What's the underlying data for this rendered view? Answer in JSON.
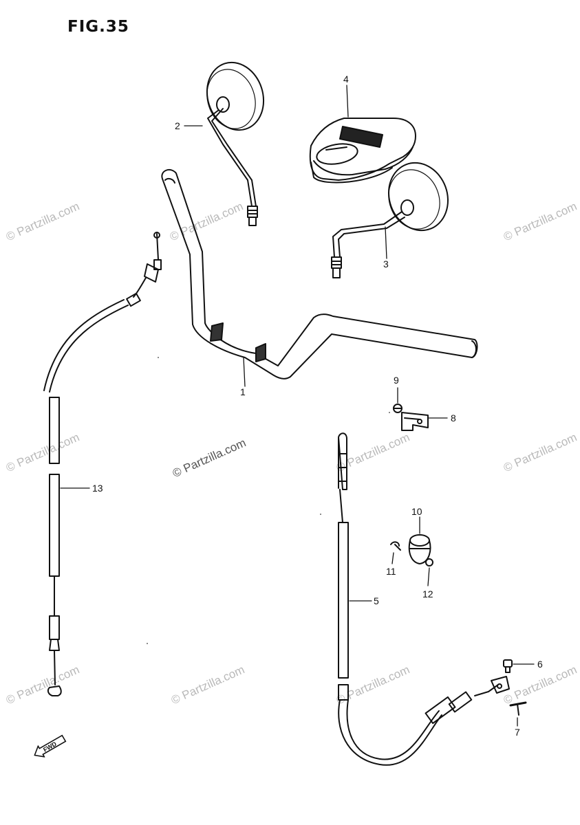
{
  "figure": {
    "title": "FIG.35"
  },
  "callouts": [
    {
      "id": "1",
      "label": "1"
    },
    {
      "id": "2",
      "label": "2"
    },
    {
      "id": "3",
      "label": "3"
    },
    {
      "id": "4",
      "label": "4"
    },
    {
      "id": "5",
      "label": "5"
    },
    {
      "id": "6",
      "label": "6"
    },
    {
      "id": "7",
      "label": "7"
    },
    {
      "id": "8",
      "label": "8"
    },
    {
      "id": "9",
      "label": "9"
    },
    {
      "id": "10",
      "label": "10"
    },
    {
      "id": "11",
      "label": "11"
    },
    {
      "id": "12",
      "label": "12"
    },
    {
      "id": "13",
      "label": "13"
    }
  ],
  "watermark": {
    "text": "© Partzilla.com"
  },
  "direction_marker": {
    "text": "FWD",
    "icon": "forward-arrow-icon"
  },
  "colors": {
    "ink": "#111111",
    "watermark": "#b9b9b9",
    "watermark_center": "#555555"
  }
}
